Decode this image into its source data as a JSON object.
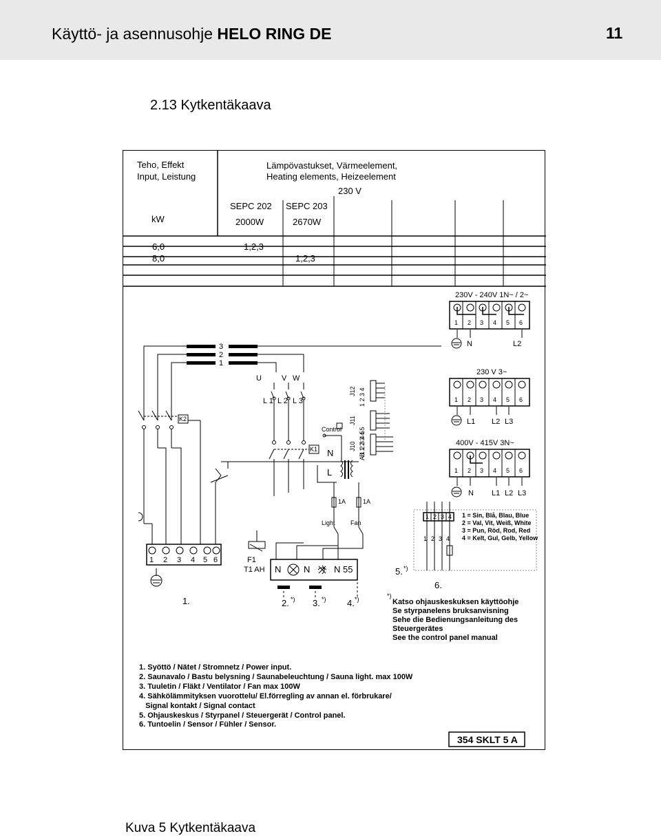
{
  "header": {
    "title_prefix": "Käyttö- ja asennusohje ",
    "title_bold": "HELO RING DE",
    "page_number": "11"
  },
  "section_title": "2.13 Kytkentäkaava",
  "table": {
    "power_header_1": "Teho, Effekt",
    "power_header_2": "Input, Leistung",
    "elements_header_1": "Lämpövastukset, Värmeelement,",
    "elements_header_2": "Heating elements, Heizeelement",
    "voltage": "230 V",
    "kw": "kW",
    "model_1": "SEPC 202",
    "model_2": "SEPC 203",
    "watt_1": "2000W",
    "watt_2": "2670W",
    "rows": [
      {
        "power": "6,0",
        "col1": "1,2,3",
        "col2": ""
      },
      {
        "power": "8,0",
        "col1": "",
        "col2": "1,2,3"
      }
    ]
  },
  "terminals": {
    "blocks": [
      {
        "supply": "230V - 240V  1N~ / 2~",
        "numbers": [
          "1",
          "2",
          "3",
          "4",
          "5",
          "6"
        ],
        "labels": [
          "N",
          "L2"
        ]
      },
      {
        "supply": "230 V  3~",
        "numbers": [
          "1",
          "2",
          "3",
          "4",
          "5",
          "6"
        ],
        "labels": [
          "L1",
          "L2",
          "L3"
        ]
      },
      {
        "supply": "400V - 415V  3N~",
        "numbers": [
          "1",
          "2",
          "3",
          "4",
          "5",
          "6"
        ],
        "labels": [
          "N",
          "L1",
          "L2",
          "L3"
        ]
      }
    ],
    "main_numbers": [
      "1",
      "2",
      "3",
      "4",
      "5",
      "6"
    ]
  },
  "circuit": {
    "element_numbers": [
      "3",
      "2",
      "1"
    ],
    "uvw": [
      "U",
      "V",
      "W"
    ],
    "l_labels": [
      "L 1",
      "L 2",
      "L 3"
    ],
    "k2": "K2",
    "k1": "K1",
    "control": "Control",
    "n": "N",
    "l": "L",
    "j12": "J12",
    "j12_pins": "1 2 3 4",
    "j11": "J11",
    "j11_pins": "B 1 2 3 4 5",
    "j10": "J10",
    "j10_pins": "A 1 2 3 4 5",
    "fuse_1": "1A",
    "fuse_2": "1A",
    "light": "Light",
    "fan": "Fan",
    "f1": "F1",
    "f1_type": "T1 AH",
    "out_labels": [
      "N",
      "N",
      "N 55"
    ],
    "sensor_pins": [
      "1",
      "2",
      "3",
      "4"
    ],
    "wire_colors": [
      "1 = Sin, Blå, Blau, Blue",
      "2 = Val, Vit, Weiß, White",
      "3 = Pun, Röd, Rod, Red",
      "4 = Kelt, Gul, Gelb, Yellow"
    ],
    "part_1": "1.",
    "part_2": "2.",
    "part_3": "3.",
    "part_4": "4.",
    "part_5": "5.",
    "part_6": "6.",
    "star": "*)"
  },
  "note": [
    "Katso ohjauskeskuksen käyttöohje",
    "Se styrpanelens bruksanvisning",
    "Sehe die Bedienungsanleitung des",
    "Steuergerätes",
    "See the control panel manual"
  ],
  "legend": [
    "1. Syöttö / Nätet / Stromnetz / Power input.",
    "2. Saunavalo / Bastu belysning / Saunabeleuchtung / Sauna light.  max 100W",
    "3. Tuuletin / Fläkt / Ventilator / Fan max 100W",
    "4. Sähkölämmityksen vuorottelu/ El.förregling av annan el. förbrukare/",
    "   Signal kontakt / Signal contact",
    "5. Ohjauskeskus / Styrpanel / Steuergerät / Control panel.",
    "6. Tuntoelin / Sensor / Fühler / Sensor."
  ],
  "code": "354 SKLT 5 A",
  "caption": "Kuva 5 Kytkentäkaava"
}
